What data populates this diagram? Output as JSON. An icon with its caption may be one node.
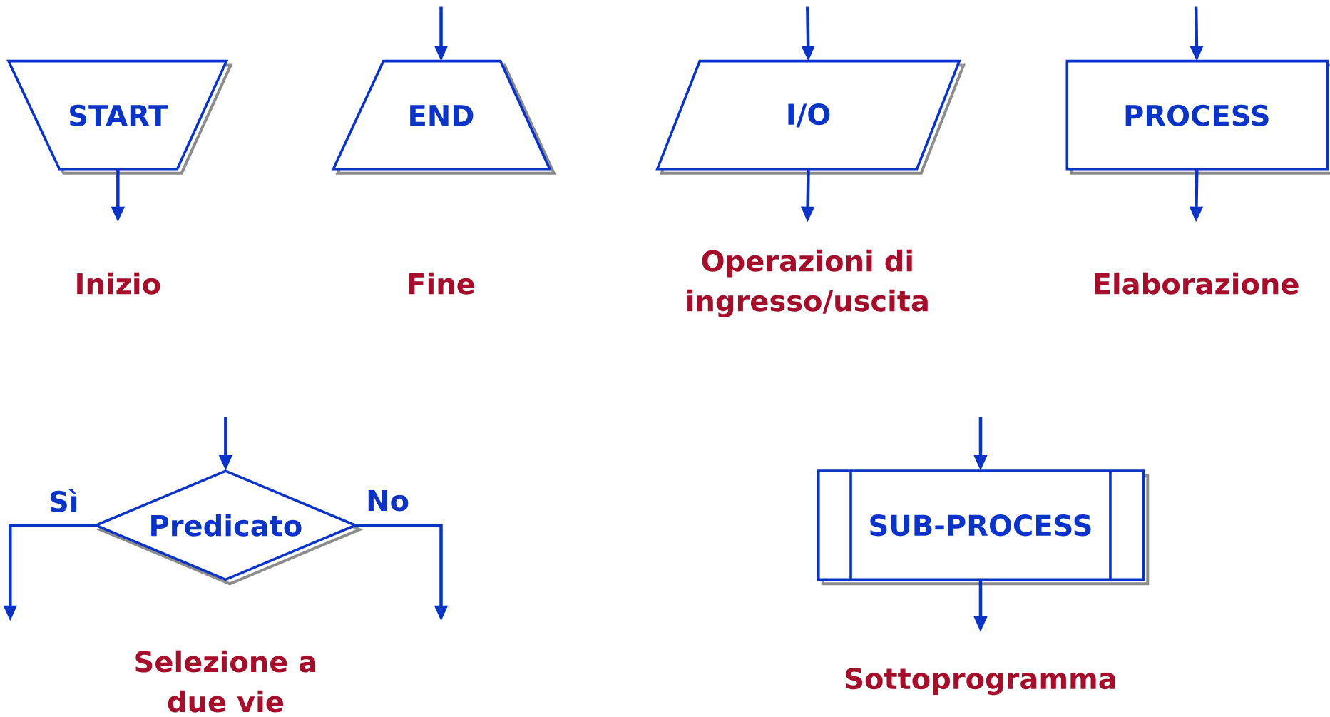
{
  "diagram": {
    "nodes": [
      {
        "text": [
          "START"
        ]
      },
      {
        "text": [
          "END"
        ]
      },
      {
        "text": [
          "I/O"
        ]
      },
      {
        "text": [
          "PROCESS"
        ]
      },
      {
        "text": [
          "Predicato"
        ]
      },
      {
        "text": [
          "SUB-PROCESS"
        ]
      }
    ],
    "edges": [
      {
        "from": 0,
        "to": null,
        "arrow": "to"
      },
      {
        "from": null,
        "to": 1,
        "arrow": "to"
      },
      {
        "from": null,
        "to": 2,
        "arrow": "to"
      },
      {
        "from": 2,
        "to": null,
        "arrow": "to"
      },
      {
        "from": null,
        "to": 3,
        "arrow": "to"
      },
      {
        "from": 3,
        "to": null,
        "arrow": "to"
      },
      {
        "from": null,
        "to": 4,
        "arrow": "to"
      },
      {
        "from": 4,
        "to": null,
        "arrow": "to",
        "label": "Sì"
      },
      {
        "from": 4,
        "to": null,
        "arrow": "to",
        "label": "No"
      },
      {
        "from": null,
        "to": 5,
        "arrow": "to"
      },
      {
        "from": 5,
        "to": null,
        "arrow": "to"
      }
    ],
    "labels": [
      "Inizio",
      "Fine",
      "Operazioni di ingresso/uscita",
      "Elaborazione",
      "Selezione a due vie",
      "Sottoprogramma"
    ]
  }
}
